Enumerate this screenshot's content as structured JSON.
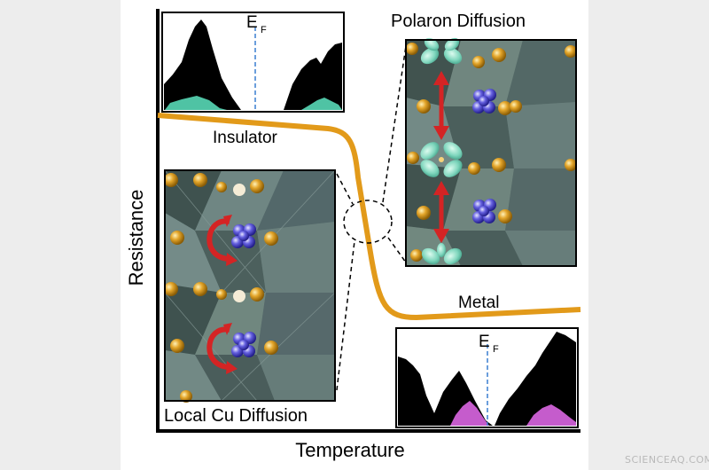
{
  "labels": {
    "polaron_title": "Polaron Diffusion",
    "local_title": "Local Cu Diffusion",
    "insulator": "Insulator",
    "metal": "Metal",
    "y_axis": "Resistance",
    "x_axis": "Temperature",
    "fermi_top": "E",
    "fermi_top_sub": "F",
    "fermi_bottom": "E",
    "fermi_bottom_sub": "F"
  },
  "watermark": "SCIENCEAQ.COM",
  "colors": {
    "curve": "#e29a1a",
    "cu_atom": "#d4900f",
    "cluster": "#5a55d6",
    "arrow_red": "#d42424",
    "polaron_lobe": "#7fd6bd",
    "dos_teal": "#4fc3a4",
    "dos_magenta": "#c55ccc",
    "fermi_line": "#3a7fd0",
    "lattice_bg": "#5e7370"
  }
}
